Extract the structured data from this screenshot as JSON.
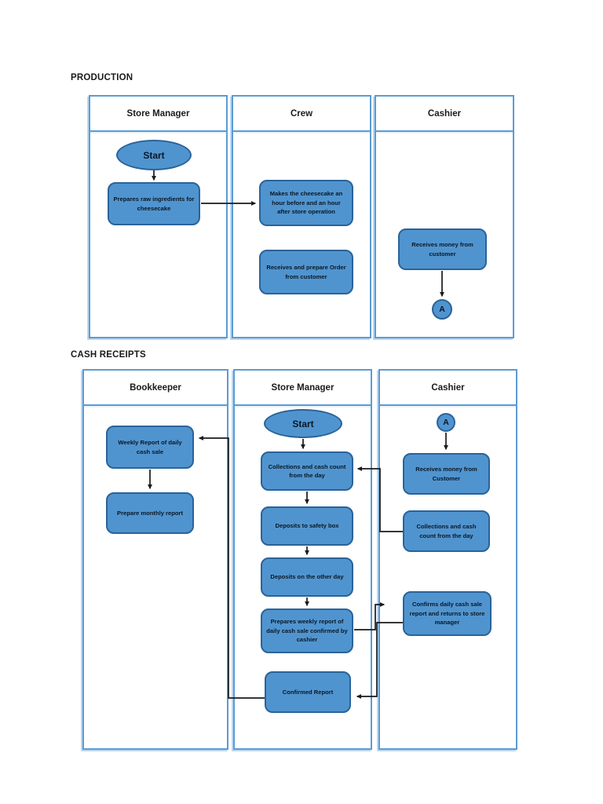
{
  "sections": [
    {
      "title": "PRODUCTION",
      "lanes": [
        {
          "header": "Store Manager"
        },
        {
          "header": "Crew"
        },
        {
          "header": "Cashier"
        }
      ]
    },
    {
      "title": "CASH RECEIPTS",
      "lanes": [
        {
          "header": "Bookkeeper"
        },
        {
          "header": "Store Manager"
        },
        {
          "header": "Cashier"
        }
      ]
    }
  ],
  "nodes": {
    "prod_start": "Start",
    "prod_prepares": "Prepares raw ingredients for cheesecake",
    "prod_makes": "Makes the cheesecake an hour before and an hour after store operation",
    "prod_order": "Receives and prepare Order from customer",
    "prod_money": "Receives money from customer",
    "prod_connector_a": "A",
    "cr_weekly": "Weekly Report of daily cash sale",
    "cr_monthly": "Prepare monthly report",
    "cr_start": "Start",
    "cr_collections_sm": "Collections and cash count from the day",
    "cr_safety": "Deposits to safety box",
    "cr_other": "Deposits on the other day",
    "cr_prepweekly": "Prepares weekly report of daily cash sale confirmed by cashier",
    "cr_confirmed": "Confirmed Report",
    "cr_connector_a": "A",
    "cr_money": "Receives money from Customer",
    "cr_collections_cashier": "Collections and cash count from the day",
    "cr_confirms": "Confirms daily cash sale report and returns to store manager"
  },
  "colors": {
    "shape_fill": "#5094cf",
    "shape_border": "#2a6399",
    "lane_border": "#5b9bd5",
    "arrow": "#1a1a1a",
    "background": "#ffffff"
  }
}
